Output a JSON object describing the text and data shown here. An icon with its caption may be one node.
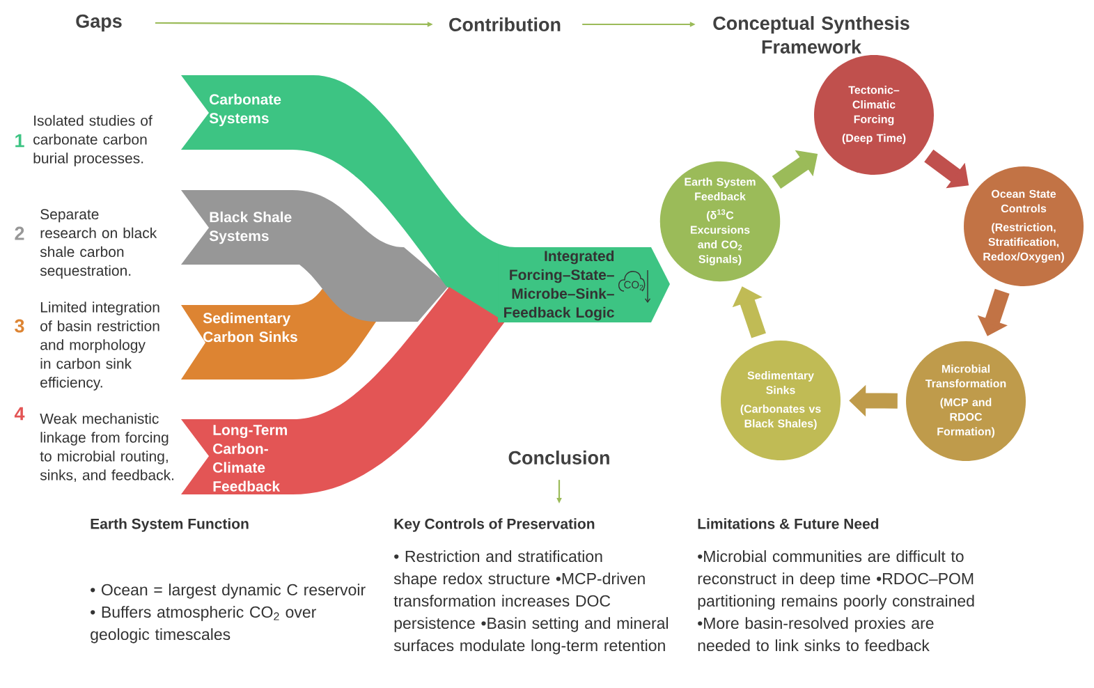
{
  "diagram": {
    "nodes": [
      {
        "text": [
          "Gaps"
        ]
      },
      {
        "text": [
          "Contribution"
        ]
      },
      {
        "text": [
          "Conceptual Synthesis Framework"
        ]
      },
      {
        "text": [
          "Carbonate Systems"
        ]
      },
      {
        "text": [
          "Black Shale Systems"
        ]
      },
      {
        "text": [
          "Sedimentary Carbon Sinks"
        ]
      },
      {
        "text": [
          "Long-Term Carbon-Climate Feedback"
        ]
      },
      {
        "text": [
          "Integrated Forcing–State–Microbe–Sink–Feedback Logic",
          "CO$_{2}$"
        ]
      },
      {
        "text": [
          "Tectonic–Climatic Forcing",
          "(Deep Time)"
        ]
      },
      {
        "text": [
          "Ocean State Controls",
          "(Restriction, Stratification, Redox/Oxygen)"
        ]
      },
      {
        "text": [
          "Microbial Transformation",
          "(MCP and RDOC Formation)"
        ]
      },
      {
        "text": [
          "Sedimentary Sinks",
          "(Carbonates vs Black Shales)"
        ]
      },
      {
        "text": [
          "Earth System Feedback",
          "(δ$^{13}$C Excursions and CO$_{2}$ Signals)"
        ]
      },
      {
        "text": [
          "Conclusion"
        ]
      }
    ],
    "edges": [
      {
        "from": 0,
        "to": 1,
        "arrow": "to",
        "color": "#9bbb59"
      },
      {
        "from": 1,
        "to": 2,
        "arrow": "to",
        "color": "#9bbb59"
      },
      {
        "from": 8,
        "to": 9,
        "arrow": "to",
        "color": "#c0504d"
      },
      {
        "from": 9,
        "to": 10,
        "arrow": "to",
        "color": "#c27345"
      },
      {
        "from": 10,
        "to": 11,
        "arrow": "to",
        "color": "#bf9b4b"
      },
      {
        "from": 11,
        "to": 12,
        "arrow": "to",
        "color": "#c0bb55"
      },
      {
        "from": 12,
        "to": 8,
        "arrow": "to",
        "color": "#9bbb59"
      },
      {
        "from": 13,
        "to": null,
        "arrow": "to",
        "color": "#9bbb59"
      }
    ],
    "labels": [
      "1",
      "Isolated studies of carbonate carbon burial processes.",
      "2",
      "Separate research on black shale carbon sequestration.",
      "3",
      "Limited integration of basin restriction and morphology in carbon sink efficiency.",
      "4",
      "Weak mechanistic linkage from forcing to microbial routing, sinks, and feedback.",
      "Earth System Function",
      "• Ocean = largest dynamic C reservoir • Buffers atmospheric CO$_{2}$ over geologic timescales",
      "Key Controls of Preservation",
      "• Restriction and stratification shape redox structure •MCP-driven transformation increases DOC persistence •Basin setting and mineral surfaces modulate long-term retention",
      "Limitations & Future Need",
      "•Microbial communities are difficult to reconstruct in deep time •RDOC–POM partitioning remains poorly constrained •More basin-resolved proxies are needed to link sinks to feedback"
    ]
  }
}
